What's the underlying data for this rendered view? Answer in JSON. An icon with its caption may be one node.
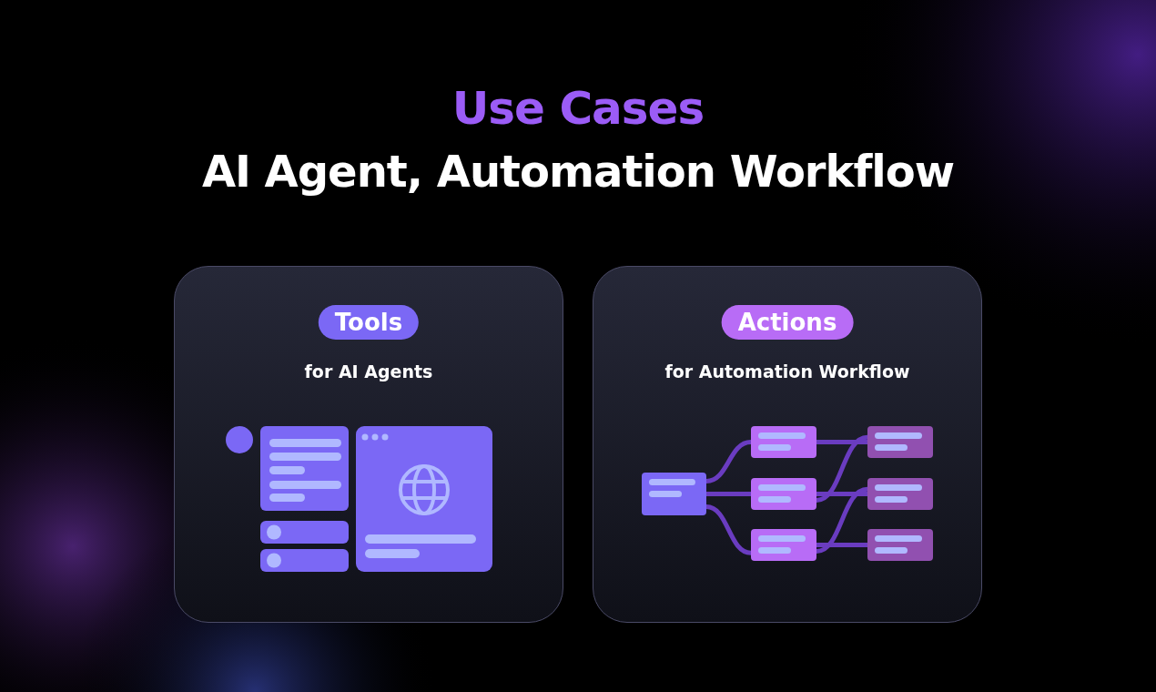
{
  "diagram": {
    "title": "Use Cases",
    "labels": [
      "AI Agent, Automation Workflow"
    ],
    "nodes": [
      {
        "text": [
          "Tools",
          "for AI Agents"
        ]
      },
      {
        "text": [
          "Actions",
          "for Automation Workflow"
        ]
      },
      {
        "text": [],
        "shape": "box",
        "in": 1
      },
      {
        "text": [],
        "shape": "box",
        "in": 1
      },
      {
        "text": [],
        "shape": "box",
        "in": 1
      },
      {
        "text": [],
        "shape": "box",
        "in": 1
      },
      {
        "text": [],
        "shape": "box",
        "in": 1
      },
      {
        "text": [],
        "shape": "box",
        "in": 1
      },
      {
        "text": [],
        "shape": "box",
        "in": 1
      }
    ],
    "edges": [
      {
        "from": 2,
        "to": 3,
        "arrow": "none"
      },
      {
        "from": 2,
        "to": 4,
        "arrow": "none"
      },
      {
        "from": 2,
        "to": 5,
        "arrow": "none"
      },
      {
        "from": 3,
        "to": 6,
        "arrow": "none"
      },
      {
        "from": 4,
        "to": 6,
        "arrow": "none"
      },
      {
        "from": 4,
        "to": 7,
        "arrow": "none"
      },
      {
        "from": 5,
        "to": 7,
        "arrow": "none"
      },
      {
        "from": 5,
        "to": 8,
        "arrow": "none"
      }
    ]
  }
}
